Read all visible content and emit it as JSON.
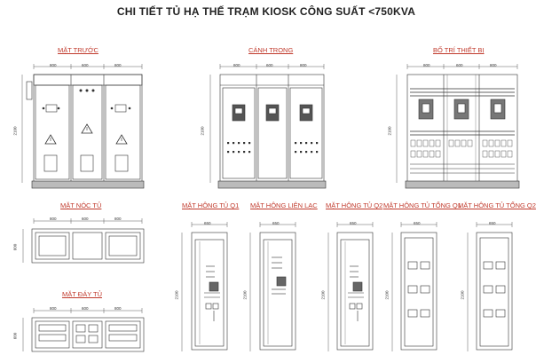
{
  "title": "CHI TIẾT TỦ HẠ THẾ TRẠM KIOSK CÔNG SUẤT <750KVA",
  "views": {
    "front": "MẶT TRƯỚC",
    "inside": "CÁNH TRONG",
    "layout": "BỐ TRÍ THIẾT BỊ",
    "top": "MẶT NÓC TỦ",
    "bottom": "MẶT ĐÁY TỦ",
    "side_q1": "MẶT HÔNG TỦ Q1",
    "side_link": "MẶT HÔNG LIÊN LẠC",
    "side_q2": "MẶT HÔNG TỦ Q2",
    "side_total_q1": "MẶT HÔNG TỦ TỔNG Q1",
    "side_total_q2": "MẶT HÔNG TỦ TỔNG Q2"
  },
  "dims": {
    "w800": "800",
    "w600": "600",
    "w650": "650",
    "h2100": "2100",
    "d600": "600"
  },
  "colors": {
    "line": "#333333",
    "label": "#c0392b"
  }
}
